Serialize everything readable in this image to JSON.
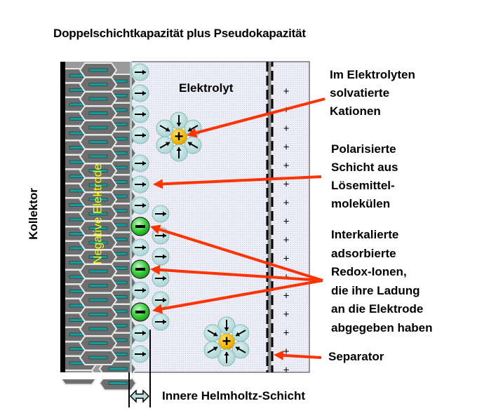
{
  "title": "Doppelschichtkapazität plus Pseudokapazität",
  "labels": {
    "kollektor": "Kollektor",
    "negative_elektrode": "Negative Elektrode",
    "elektrolyt": "Elektrolyt",
    "solvated_cations": [
      "Im Elektrolyten",
      "solvatierte",
      "Kationen"
    ],
    "polarized_layer": [
      "Polarisierte",
      "Schicht aus",
      "Lösemittel-",
      "molekülen"
    ],
    "redox_ions": [
      "Interkalierte",
      "adsorbierte",
      "Redox-Ionen,",
      "die ihre Ladung",
      "an die Elektrode",
      "abgegeben haben"
    ],
    "separator": "Separator",
    "inner_helmholtz": "Innere Helmholtz-Schicht"
  },
  "symbols": {
    "cation_sign": "+",
    "anion_sign": "−",
    "separator_sign": "+",
    "separator_sign_count": 16
  },
  "colors": {
    "arrow_red": "#ff3300",
    "cation_fill": "#f0b400",
    "anion_fill": "#33cc33",
    "solvent_fill": "#b8dede",
    "electrode_fill": "#7a7a7a",
    "electrolyte_fill": "#ececf6",
    "electrode_text": "#ffff00"
  }
}
